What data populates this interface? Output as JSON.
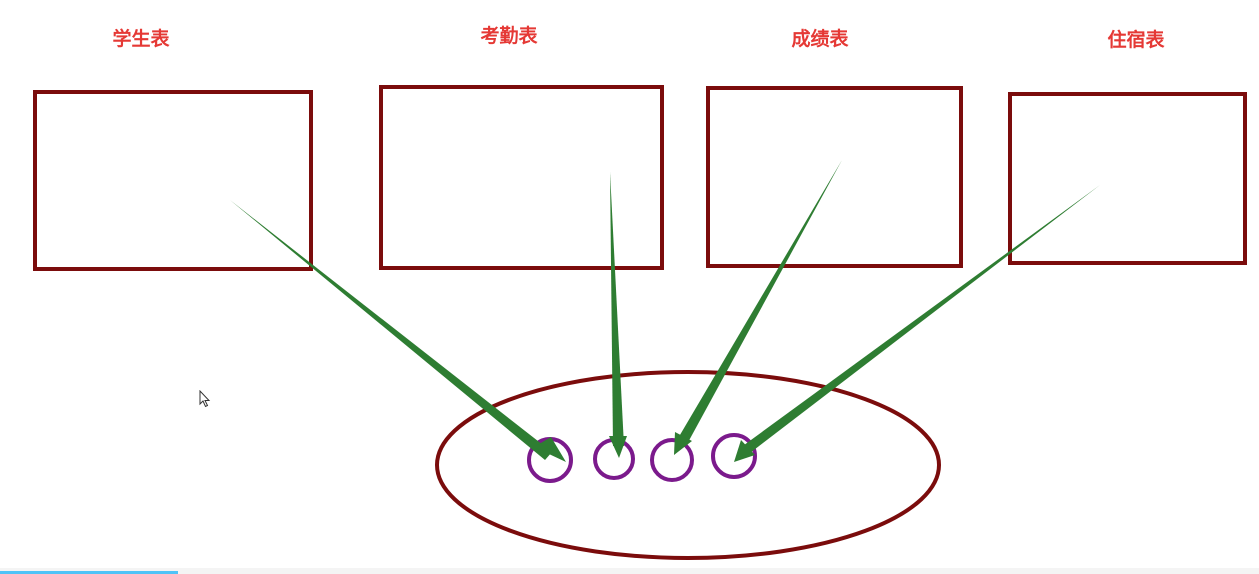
{
  "tables": [
    {
      "label": "学生表"
    },
    {
      "label": "考勤表"
    },
    {
      "label": "成绩表"
    },
    {
      "label": "住宿表"
    }
  ],
  "colors": {
    "label_text": "#e53935",
    "box_border": "#7b0c0c",
    "ellipse_border": "#7b0c0c",
    "arrow": "#2e7d32",
    "key_circle": "#7b1a8c",
    "progress_bar": "#4fc3f7"
  },
  "icons": {
    "cursor": "mouse-pointer-icon"
  }
}
